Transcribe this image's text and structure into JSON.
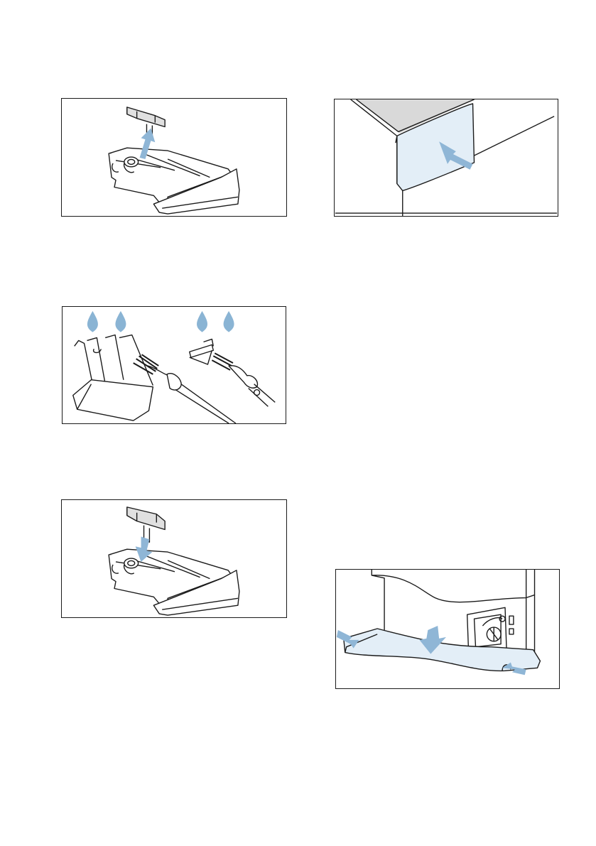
{
  "page": {
    "background": "#ffffff"
  },
  "colors": {
    "line": "#1a1a1a",
    "accent_blue": "#8fb6d6",
    "accent_blue_fill": "#e3eef7",
    "panel_grey": "#d9d9d9",
    "drop_blue": "#8ab4d4"
  },
  "figures": [
    {
      "icon": "remove-insert-illustration"
    },
    {
      "icon": "push-drawer-illustration"
    },
    {
      "icon": "clean-with-brush-illustration"
    },
    {
      "icon": "reinsert-insert-illustration"
    },
    {
      "icon": "remove-base-panel-illustration"
    }
  ]
}
